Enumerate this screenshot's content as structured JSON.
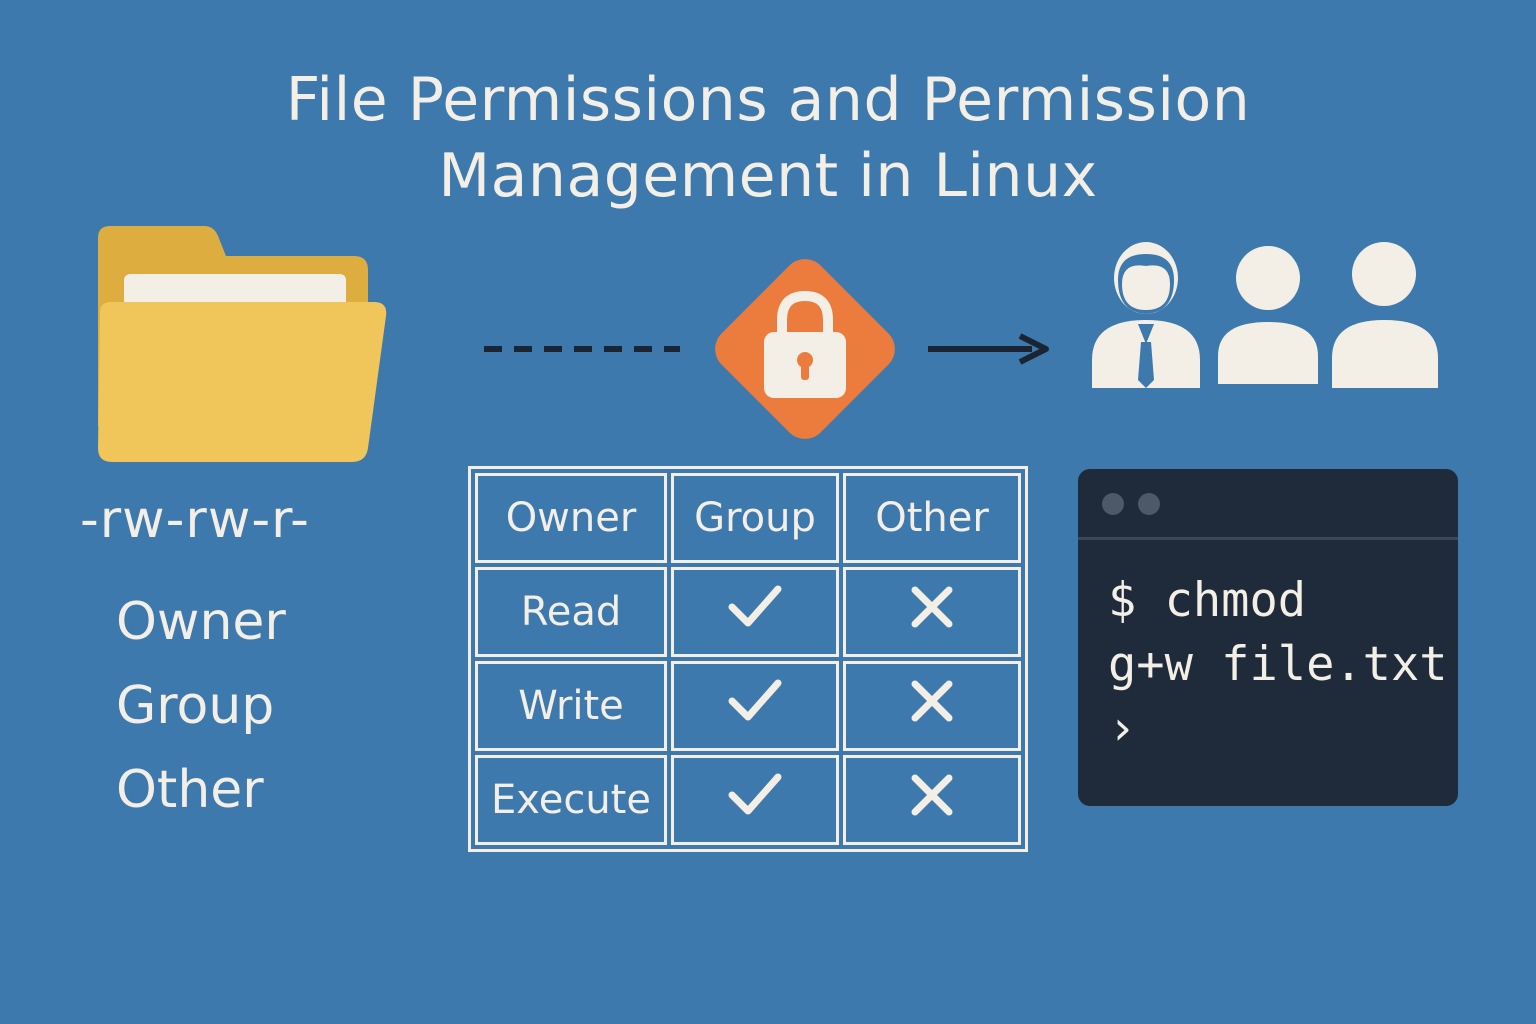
{
  "title": {
    "line1": "File Permissions and Permission",
    "line2": "Management in Linux"
  },
  "permission_string": "-rw-rw-r-",
  "legend": [
    "Owner",
    "Group",
    "Other"
  ],
  "table": {
    "headers": [
      "Owner",
      "Group",
      "Other"
    ],
    "rows": [
      {
        "label": "Read",
        "group": "check",
        "other": "cross"
      },
      {
        "label": "Write",
        "group": "check",
        "other": "cross"
      },
      {
        "label": "Execute",
        "group": "check",
        "other": "cross"
      }
    ]
  },
  "terminal": {
    "line1": "$ chmod",
    "line2": "g+w file.txt",
    "prompt": "›"
  },
  "icons": {
    "folder": "folder-icon",
    "lock": "lock-icon",
    "users": "users-icon",
    "check": "check-icon",
    "cross": "cross-icon"
  },
  "colors": {
    "background": "#3d79ac",
    "folder": "#f0c55a",
    "lock_diamond": "#ec7c3e",
    "terminal": "#1f2b3b",
    "foreground": "#f3efe6"
  }
}
